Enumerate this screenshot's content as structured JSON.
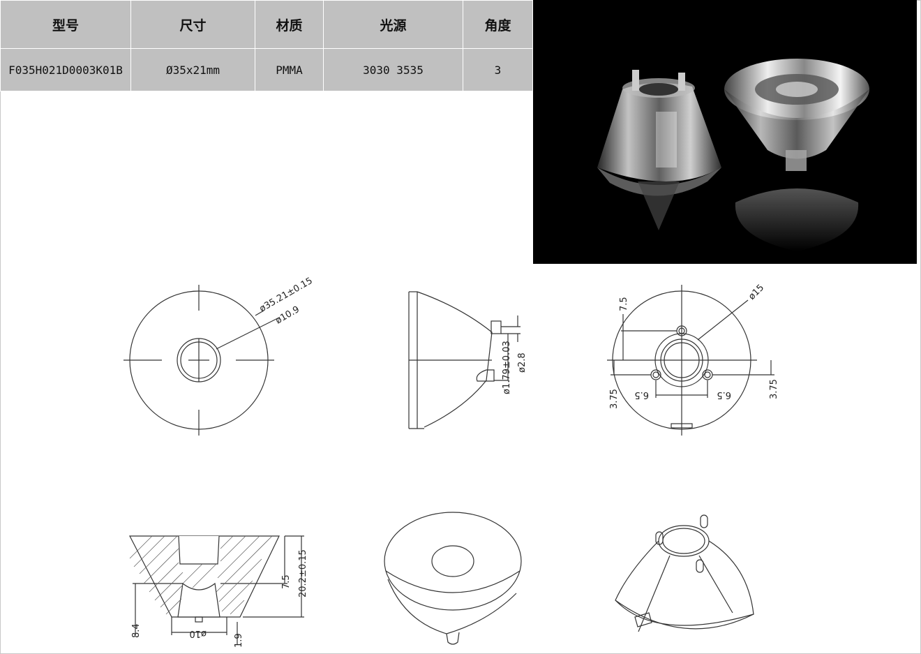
{
  "table": {
    "headers": [
      "型号",
      "尺寸",
      "材质",
      "光源",
      "角度"
    ],
    "row": [
      "F035H021D0003K01B",
      "Ø35x21mm",
      "PMMA",
      "3030 3535",
      "3"
    ]
  },
  "drawing_labels": {
    "front_outer": "ø35.21±0.15",
    "front_inner": "ø10.9",
    "side_pin": "ø1.79±0.03",
    "side_tip": "ø2.8",
    "back_dia": "ø15",
    "back_top": "7.5",
    "back_left": "3.75",
    "back_right": "3.75",
    "back_h_left": "6.5",
    "back_h_right": "6.5",
    "sec_height": "20.2±0.15",
    "sec_mid": "7.5",
    "sec_left": "8.4",
    "sec_bottom": "ø10",
    "sec_small": "1.9"
  }
}
